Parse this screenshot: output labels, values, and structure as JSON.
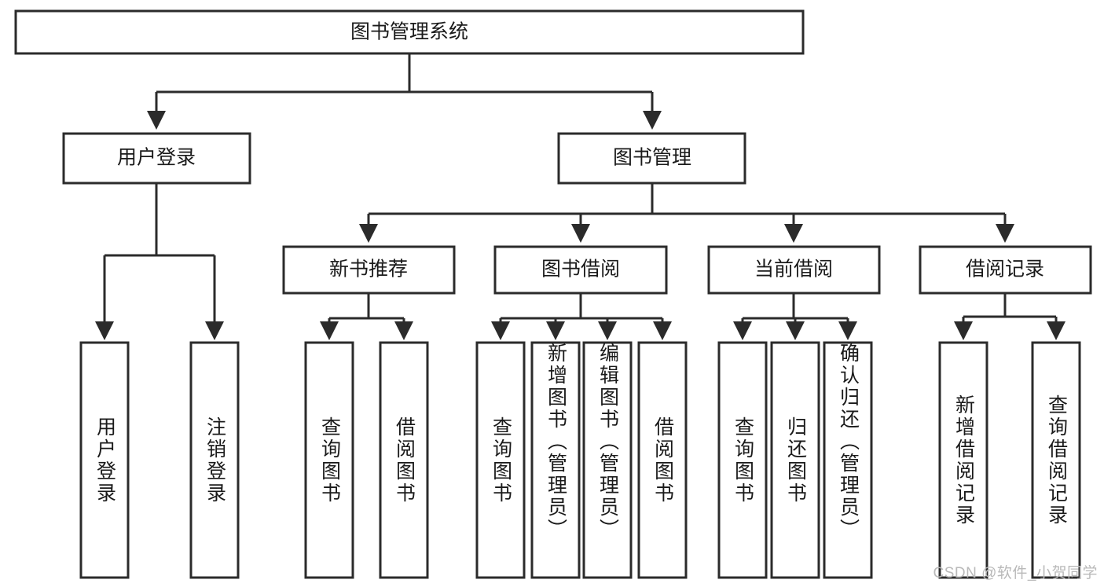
{
  "diagram": {
    "title": "图书管理系统",
    "watermark": "CSDN @软件_小贺同学",
    "root": {
      "label": "图书管理系统"
    },
    "level2": [
      {
        "label": "用户登录"
      },
      {
        "label": "图书管理"
      }
    ],
    "level3": [
      {
        "label": "新书推荐"
      },
      {
        "label": "图书借阅"
      },
      {
        "label": "当前借阅"
      },
      {
        "label": "借阅记录"
      }
    ],
    "leaves": {
      "user_login": [
        {
          "label": "用户登录"
        },
        {
          "label": "注销登录"
        }
      ],
      "new_book": [
        {
          "label": "查询图书"
        },
        {
          "label": "借阅图书"
        }
      ],
      "book_borrow": [
        {
          "label": "查询图书"
        },
        {
          "label": "新增图书（管理员）"
        },
        {
          "label": "编辑图书（管理员）"
        },
        {
          "label": "借阅图书"
        }
      ],
      "current_borrow": [
        {
          "label": "查询图书"
        },
        {
          "label": "归还图书"
        },
        {
          "label": "确认归还（管理员）"
        }
      ],
      "borrow_record": [
        {
          "label": "新增借阅记录"
        },
        {
          "label": "查询借阅记录"
        }
      ]
    },
    "colors": {
      "stroke": "#2b2b2b",
      "fill": "#ffffff",
      "text": "#1a1a1a",
      "watermark": "#b9b9b9"
    }
  }
}
